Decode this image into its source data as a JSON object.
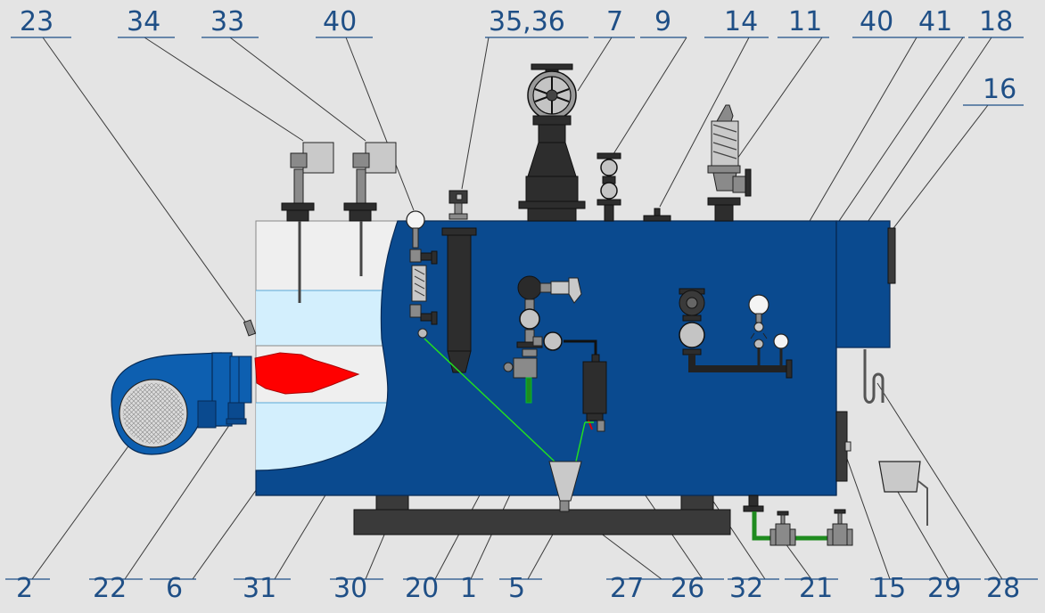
{
  "labels": {
    "top": [
      "23",
      "34",
      "33",
      "40",
      "35,36",
      "7",
      "9",
      "14",
      "11",
      "40",
      "41",
      "18",
      "16"
    ],
    "bottom": [
      "2",
      "22",
      "6",
      "31",
      "30",
      "20",
      "1",
      "5",
      "27",
      "26",
      "32",
      "21",
      "15",
      "29",
      "28"
    ]
  },
  "colors": {
    "background": "#e4e4e4",
    "boiler_shell": "#0a4a8f",
    "burner_housing": "#0d5fb0",
    "flame": "#ff0000",
    "water": "#cfeefe",
    "label_text": "#1f4f86",
    "drain_pipe": "#1f8b1f",
    "signal_line": "#22dd22",
    "dark_metal": "#2d2d2d"
  },
  "icons": [
    "gate-valve-icon",
    "pressure-gauge-icon",
    "safety-valve-icon",
    "level-probe-icon",
    "flame-icon",
    "burner-fan-icon",
    "pressure-switch-icon",
    "funnel-icon",
    "bucket-icon",
    "siphon-icon"
  ]
}
